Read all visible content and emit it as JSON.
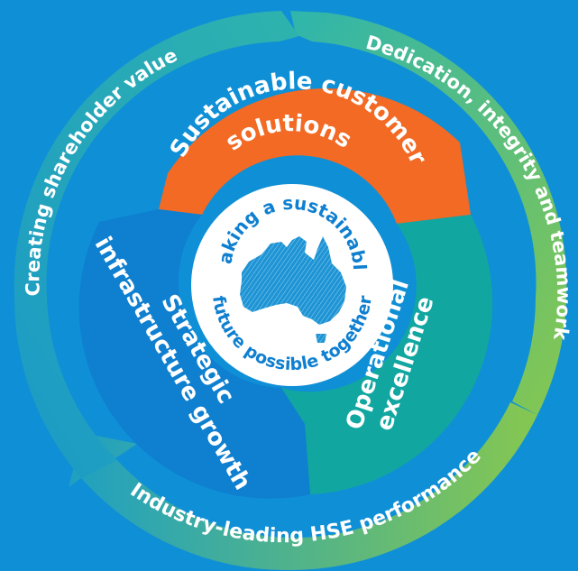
{
  "center": {
    "text_top": "Making a sustainable",
    "text_bottom": "future possible together"
  },
  "segments": [
    {
      "id": "customer",
      "lines": [
        "Sustainable customer",
        "solutions"
      ]
    },
    {
      "id": "operational",
      "lines": [
        "Operational",
        "excellence"
      ]
    },
    {
      "id": "strategic",
      "lines": [
        "Strategic",
        "infrastructure growth"
      ]
    }
  ],
  "ring": [
    {
      "id": "dedication",
      "text": "Dedication, integrity and teamwork"
    },
    {
      "id": "hse",
      "text": "Industry-leading HSE performance"
    },
    {
      "id": "shareholder",
      "text": "Creating shareholder value"
    }
  ],
  "colors": {
    "background": "#0f8fd6",
    "customer": "#f26a24",
    "operational": "#11a7a0",
    "strategic": "#0f7fd0",
    "center": "#ffffff",
    "australia": "#2a9ad6",
    "ring_dedication_start": "#2eb5ad",
    "ring_dedication_end": "#86c750",
    "ring_hse_start": "#86c750",
    "ring_hse_end": "#1fa0c2",
    "ring_shareholder_start": "#1b9ac6",
    "ring_shareholder_end": "#2fb3ad"
  }
}
